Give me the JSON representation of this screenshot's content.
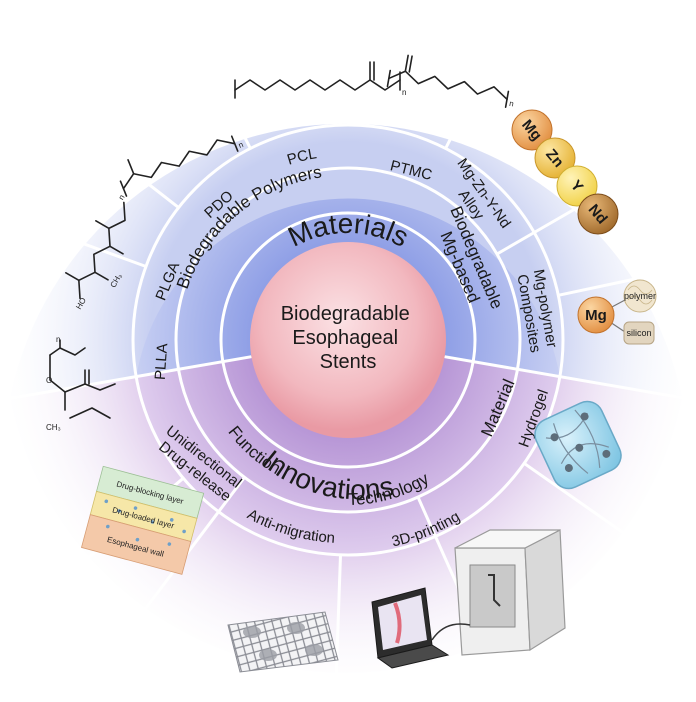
{
  "center": {
    "line1": "Biodegradable",
    "line2": "Esophageal",
    "line3": "Stents"
  },
  "inner_ring": {
    "materials": "Materials",
    "innovations": "Innovations"
  },
  "middle_ring": {
    "polymers": "Biodegradable Polymers",
    "mg_line1": "Biodegradable",
    "mg_line2": "Mg-based",
    "function": "Function",
    "technology": "Technology",
    "material": "Material"
  },
  "outer_ring": {
    "plla": "PLLA",
    "plga": "PLGA",
    "pdo": "PDO",
    "pcl": "PCL",
    "ptmc": "PTMC",
    "alloy_line1": "Mg-Zn-Y-Nd",
    "alloy_line2": "Alloy",
    "comp_line1": "Mg-polymer",
    "comp_line2": "Composites",
    "hydrogel": "Hydrogel",
    "printing": "3D-printing",
    "antimig": "Anti-migration",
    "drug_line1": "Unidirectional",
    "drug_line2": "Drug-release"
  },
  "illustrations": {
    "alloy_balls": [
      "Mg",
      "Zn",
      "Y",
      "Nd"
    ],
    "composite_core": "Mg",
    "composite_parts": [
      "polymer",
      "silicon"
    ],
    "drug_layers": [
      "Drug-blocking layer",
      "Drug-loaded layer",
      "Esophageal wall"
    ],
    "chem_ch3": "CH₃",
    "chem_ho": "HO",
    "chem_n": "n",
    "chem_o": "O"
  },
  "colors": {
    "center_fill": "#f2b8bf",
    "materials_band": "#a9b6ec",
    "innovations_band": "#c9aede",
    "materials_bg": "#e7eaf8",
    "innovations_bg": "#eee3f3"
  }
}
